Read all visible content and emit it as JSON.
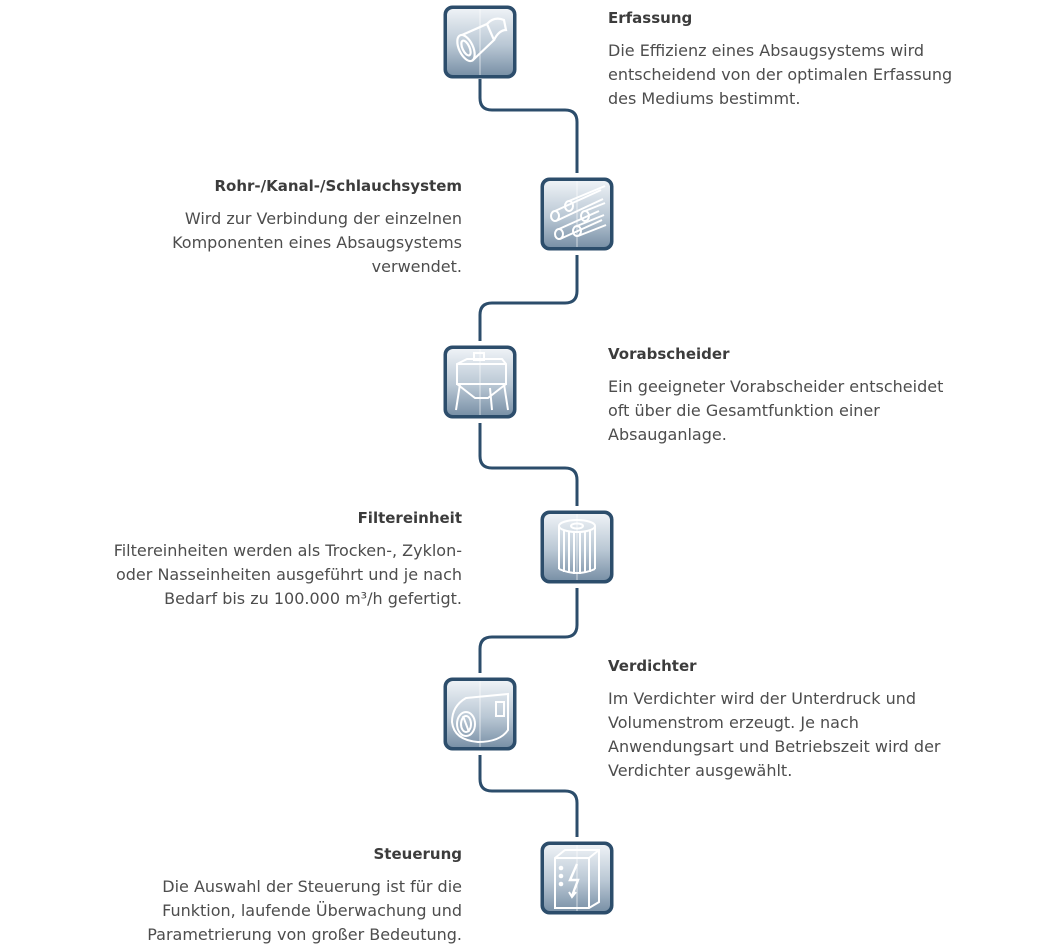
{
  "steps": [
    {
      "title": "Erfassung",
      "desc": "Die Effizienz eines Absaugsystems wird\nentscheidend von der optimalen Erfassung\ndes Mediums bestimmt.",
      "icon": "extraction-hood-icon"
    },
    {
      "title": "Rohr-/Kanal-/Schlauchsystem",
      "desc": "Wird zur Verbindung der einzelnen\nKomponenten eines Absaugsystems\nverwendet.",
      "icon": "pipes-icon"
    },
    {
      "title": "Vorabscheider",
      "desc": "Ein geeigneter Vorabscheider entscheidet\noft über die Gesamtfunktion einer\nAbsauganlage.",
      "icon": "pre-separator-icon"
    },
    {
      "title": "Filtereinheit",
      "desc": "Filtereinheiten werden als Trocken-, Zyklon-\noder Nasseinheiten ausgeführt und je nach\nBedarf bis zu 100.000 m³/h gefertigt.",
      "icon": "filter-cartridge-icon"
    },
    {
      "title": "Verdichter",
      "desc": "Im Verdichter wird der Unterdruck und\nVolumenstrom erzeugt. Je nach\nAnwendungsart und Betriebszeit wird der\nVerdichter ausgewählt.",
      "icon": "blower-icon"
    },
    {
      "title": "Steuerung",
      "desc": "Die Auswahl der Steuerung ist für die\nFunktion, laufende Überwachung und\nParametrierung von großer Bedeutung.",
      "icon": "control-cabinet-icon"
    }
  ],
  "colors": {
    "frame": "#2c4d6b",
    "tile_top": "#e9eef3",
    "tile_bottom": "#7d93a8",
    "icon": "#ffffff"
  }
}
